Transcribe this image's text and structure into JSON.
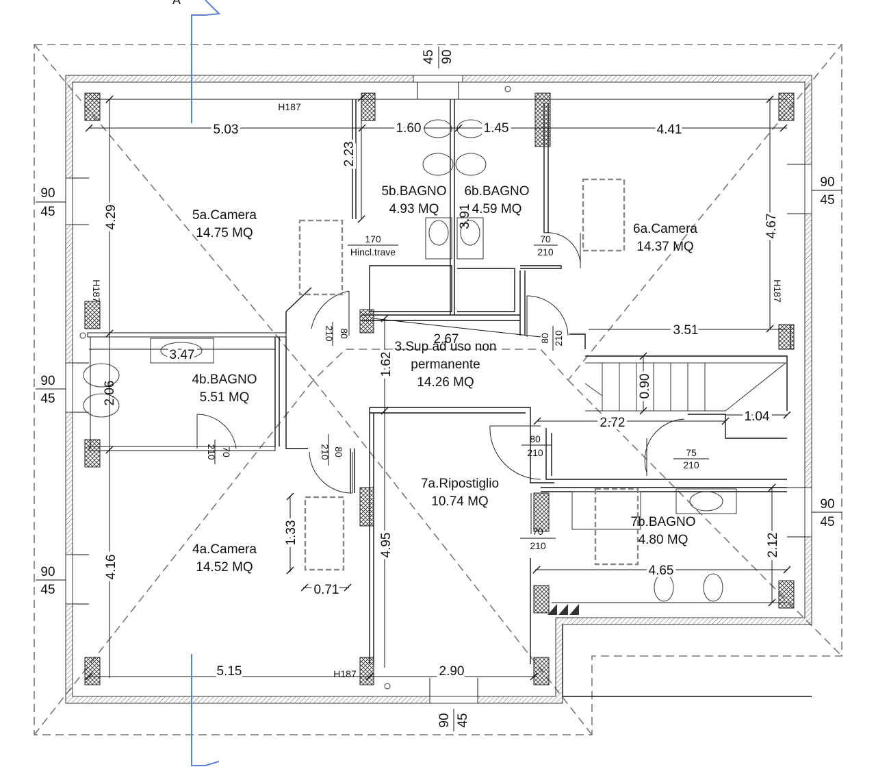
{
  "rooms": {
    "r5a": {
      "name": "5a.Camera",
      "area": "14.75 MQ"
    },
    "r5b": {
      "name": "5b.BAGNO",
      "area": "4.93 MQ"
    },
    "r6b": {
      "name": "6b.BAGNO",
      "area": "4.59 MQ"
    },
    "r6a": {
      "name": "6a.Camera",
      "area": "14.37 MQ"
    },
    "r4b": {
      "name": "4b.BAGNO",
      "area": "5.51 MQ"
    },
    "r3": {
      "name1": "3.Sup ad uso non",
      "name2": "permanente",
      "area": "14.26 MQ"
    },
    "r7a": {
      "name": "7a.Ripostiglio",
      "area": "10.74 MQ"
    },
    "r7b": {
      "name": "7b.BAGNO",
      "area": "4.80 MQ"
    },
    "r4a": {
      "name": "4a.Camera",
      "area": "14.52 MQ"
    }
  },
  "dimensions": {
    "d503": "5.03",
    "d160": "1.60",
    "d145": "1.45",
    "d441": "4.41",
    "d429": "4.29",
    "d223": "2.23",
    "d391": "3.91",
    "d467": "4.67",
    "d267": "2.67",
    "d351": "3.51",
    "d347": "3.47",
    "d206": "2.06",
    "d162": "1.62",
    "d090": "0.90",
    "d272": "2.72",
    "d104": "1.04",
    "d416": "4.16",
    "d133": "1.33",
    "d071": "0.71",
    "d495": "4.95",
    "d212": "2.12",
    "d465": "4.65",
    "d515": "5.15",
    "d290": "2.90"
  },
  "heights": {
    "h187": "H187",
    "hincl_top": "170",
    "hincl_label": "Hincl.trave"
  },
  "openings": {
    "w90": "90",
    "w45": "45",
    "d70": "70",
    "d210": "210",
    "d80": "80",
    "d75": "75"
  },
  "section_marker": "A",
  "colors": {
    "wall_hatch": "#888888",
    "roof_line": "#777777",
    "section_line": "#5b7fd1"
  }
}
